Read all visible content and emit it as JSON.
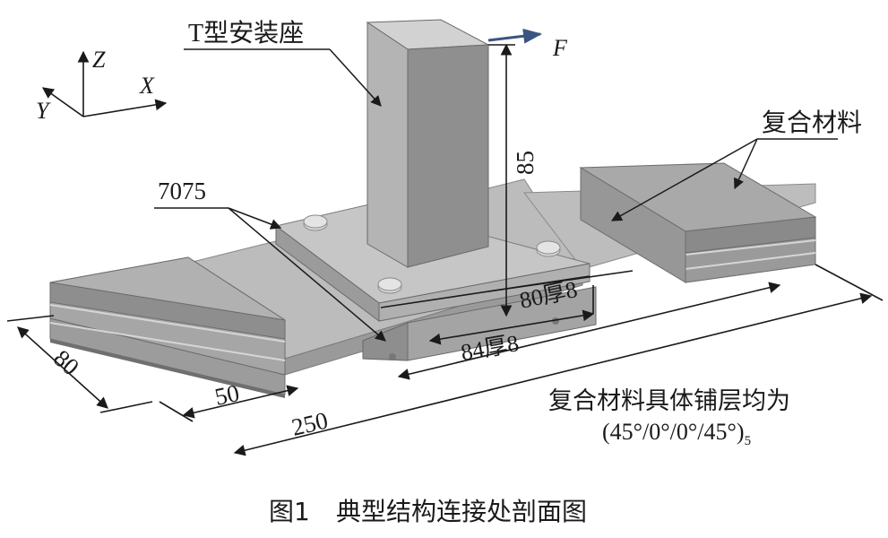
{
  "labels": {
    "mount": "T型安装座",
    "composite_top": "复合材料",
    "alloy": "7075",
    "axis_z": "Z",
    "axis_x": "X",
    "axis_y": "Y",
    "force": "F",
    "dim_height": "85",
    "dim_upper_plate": "80厚8",
    "dim_lower_plate": "84厚8",
    "dim_width": "80",
    "dim_overlap": "50",
    "dim_length": "250",
    "layup_text": "复合材料具体铺层均为",
    "layup_seq": "(45°/0°/0°/45°)",
    "layup_sub": "5"
  },
  "caption": {
    "number": "图1",
    "title": "典型结构连接处剖面图"
  }
}
